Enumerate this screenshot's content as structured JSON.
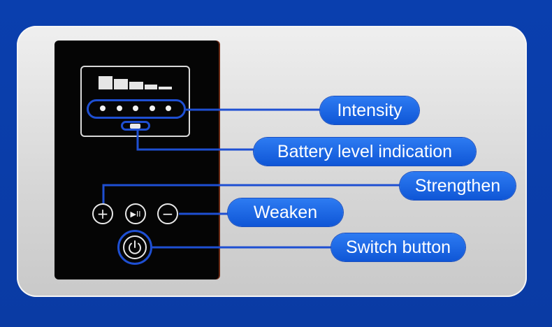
{
  "labels": {
    "intensity": "Intensity",
    "battery": "Battery level indication",
    "strengthen": "Strengthen",
    "weaken": "Weaken",
    "switch": "Switch button"
  },
  "buttons": {
    "plus": "+",
    "play_pause": "▶II",
    "minus": "−"
  },
  "colors": {
    "background": "#0a3fae",
    "pill": "#1a66e6",
    "highlight": "#1e4fd2",
    "panel": "#050505"
  }
}
